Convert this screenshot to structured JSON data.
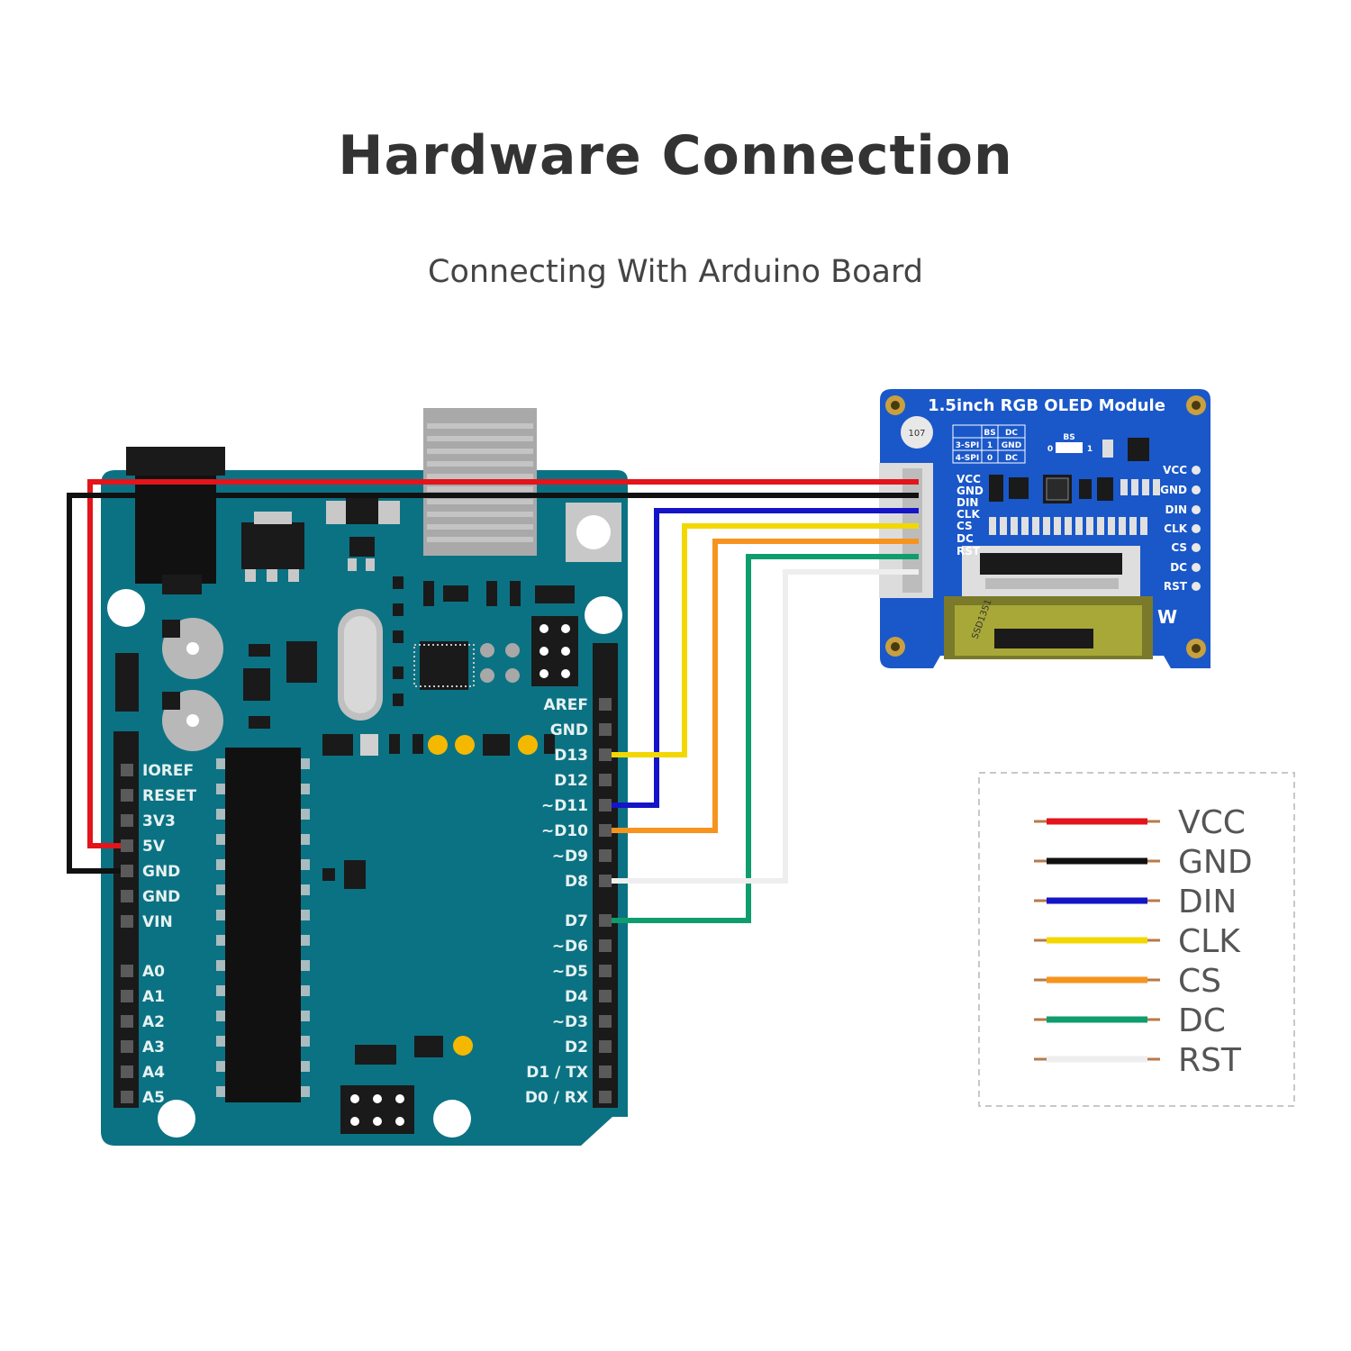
{
  "title": "Hardware Connection",
  "subtitle": "Connecting With Arduino Board",
  "module": {
    "title": "1.5inch RGB OLED Module",
    "connector_pins": [
      "VCC",
      "GND",
      "DIN",
      "CLK",
      "CS",
      "DC",
      "RST"
    ],
    "header_pins": [
      "VCC",
      "GND",
      "DIN",
      "CLK",
      "CS",
      "DC",
      "RST"
    ],
    "config_table": [
      [
        "",
        "BS",
        "DC"
      ],
      [
        "3-SPI",
        "1",
        "GND"
      ],
      [
        "4-SPI",
        "0",
        "DC"
      ]
    ],
    "switch_label": "BS",
    "switch_left": "0",
    "switch_right": "1",
    "chip_label": "SSD1351",
    "cap_label": "107",
    "logo": "W"
  },
  "arduino": {
    "left_pins": [
      "IOREF",
      "RESET",
      "3V3",
      "5V",
      "GND",
      "GND",
      "VIN",
      "A0",
      "A1",
      "A2",
      "A3",
      "A4",
      "A5"
    ],
    "right_pins": [
      "AREF",
      "GND",
      "D13",
      "D12",
      "~D11",
      "~D10",
      "~D9",
      "D8",
      "D7",
      "~D6",
      "~D5",
      "D4",
      "~D3",
      "D2",
      "D1 / TX",
      "D0 / RX"
    ]
  },
  "wires": [
    {
      "signal": "VCC",
      "color": "#e3141b",
      "arduino_pin": "5V"
    },
    {
      "signal": "GND",
      "color": "#111111",
      "arduino_pin": "GND"
    },
    {
      "signal": "DIN",
      "color": "#1414c8",
      "arduino_pin": "~D11"
    },
    {
      "signal": "CLK",
      "color": "#f2d800",
      "arduino_pin": "D13"
    },
    {
      "signal": "CS",
      "color": "#f7941d",
      "arduino_pin": "~D10"
    },
    {
      "signal": "DC",
      "color": "#0f9d6e",
      "arduino_pin": "D7"
    },
    {
      "signal": "RST",
      "color": "#eeeeee",
      "arduino_pin": "D8"
    }
  ],
  "legend": [
    {
      "label": "VCC",
      "color": "#e3141b"
    },
    {
      "label": "GND",
      "color": "#111111"
    },
    {
      "label": "DIN",
      "color": "#1414c8"
    },
    {
      "label": "CLK",
      "color": "#f2d800"
    },
    {
      "label": "CS",
      "color": "#f7941d"
    },
    {
      "label": "DC",
      "color": "#0f9d6e"
    },
    {
      "label": "RST",
      "color": "#eeeeee"
    }
  ],
  "colors": {
    "board": "#0b7283",
    "module": "#1a57c9",
    "title_text": "#333333"
  }
}
